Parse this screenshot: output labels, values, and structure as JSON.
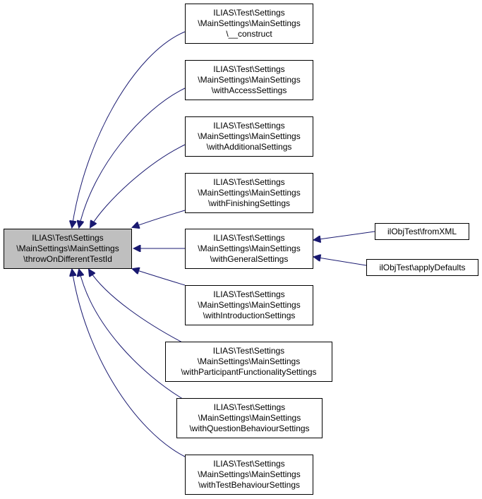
{
  "colors": {
    "edge": "#191970",
    "node_border": "#000000",
    "focus_fill": "#bfbfbf",
    "node_fill": "#ffffff"
  },
  "nodes": {
    "main": [
      "ILIAS\\Test\\Settings",
      "\\MainSettings\\MainSettings",
      "\\throwOnDifferentTestId"
    ],
    "construct": [
      "ILIAS\\Test\\Settings",
      "\\MainSettings\\MainSettings",
      "\\__construct"
    ],
    "access": [
      "ILIAS\\Test\\Settings",
      "\\MainSettings\\MainSettings",
      "\\withAccessSettings"
    ],
    "additional": [
      "ILIAS\\Test\\Settings",
      "\\MainSettings\\MainSettings",
      "\\withAdditionalSettings"
    ],
    "finishing": [
      "ILIAS\\Test\\Settings",
      "\\MainSettings\\MainSettings",
      "\\withFinishingSettings"
    ],
    "general": [
      "ILIAS\\Test\\Settings",
      "\\MainSettings\\MainSettings",
      "\\withGeneralSettings"
    ],
    "introduction": [
      "ILIAS\\Test\\Settings",
      "\\MainSettings\\MainSettings",
      "\\withIntroductionSettings"
    ],
    "participant": [
      "ILIAS\\Test\\Settings",
      "\\MainSettings\\MainSettings",
      "\\withParticipantFunctionalitySettings"
    ],
    "question": [
      "ILIAS\\Test\\Settings",
      "\\MainSettings\\MainSettings",
      "\\withQuestionBehaviourSettings"
    ],
    "testbehaviour": [
      "ILIAS\\Test\\Settings",
      "\\MainSettings\\MainSettings",
      "\\withTestBehaviourSettings"
    ],
    "fromxml": [
      "ilObjTest\\fromXML"
    ],
    "applydefaults": [
      "ilObjTest\\applyDefaults"
    ]
  }
}
